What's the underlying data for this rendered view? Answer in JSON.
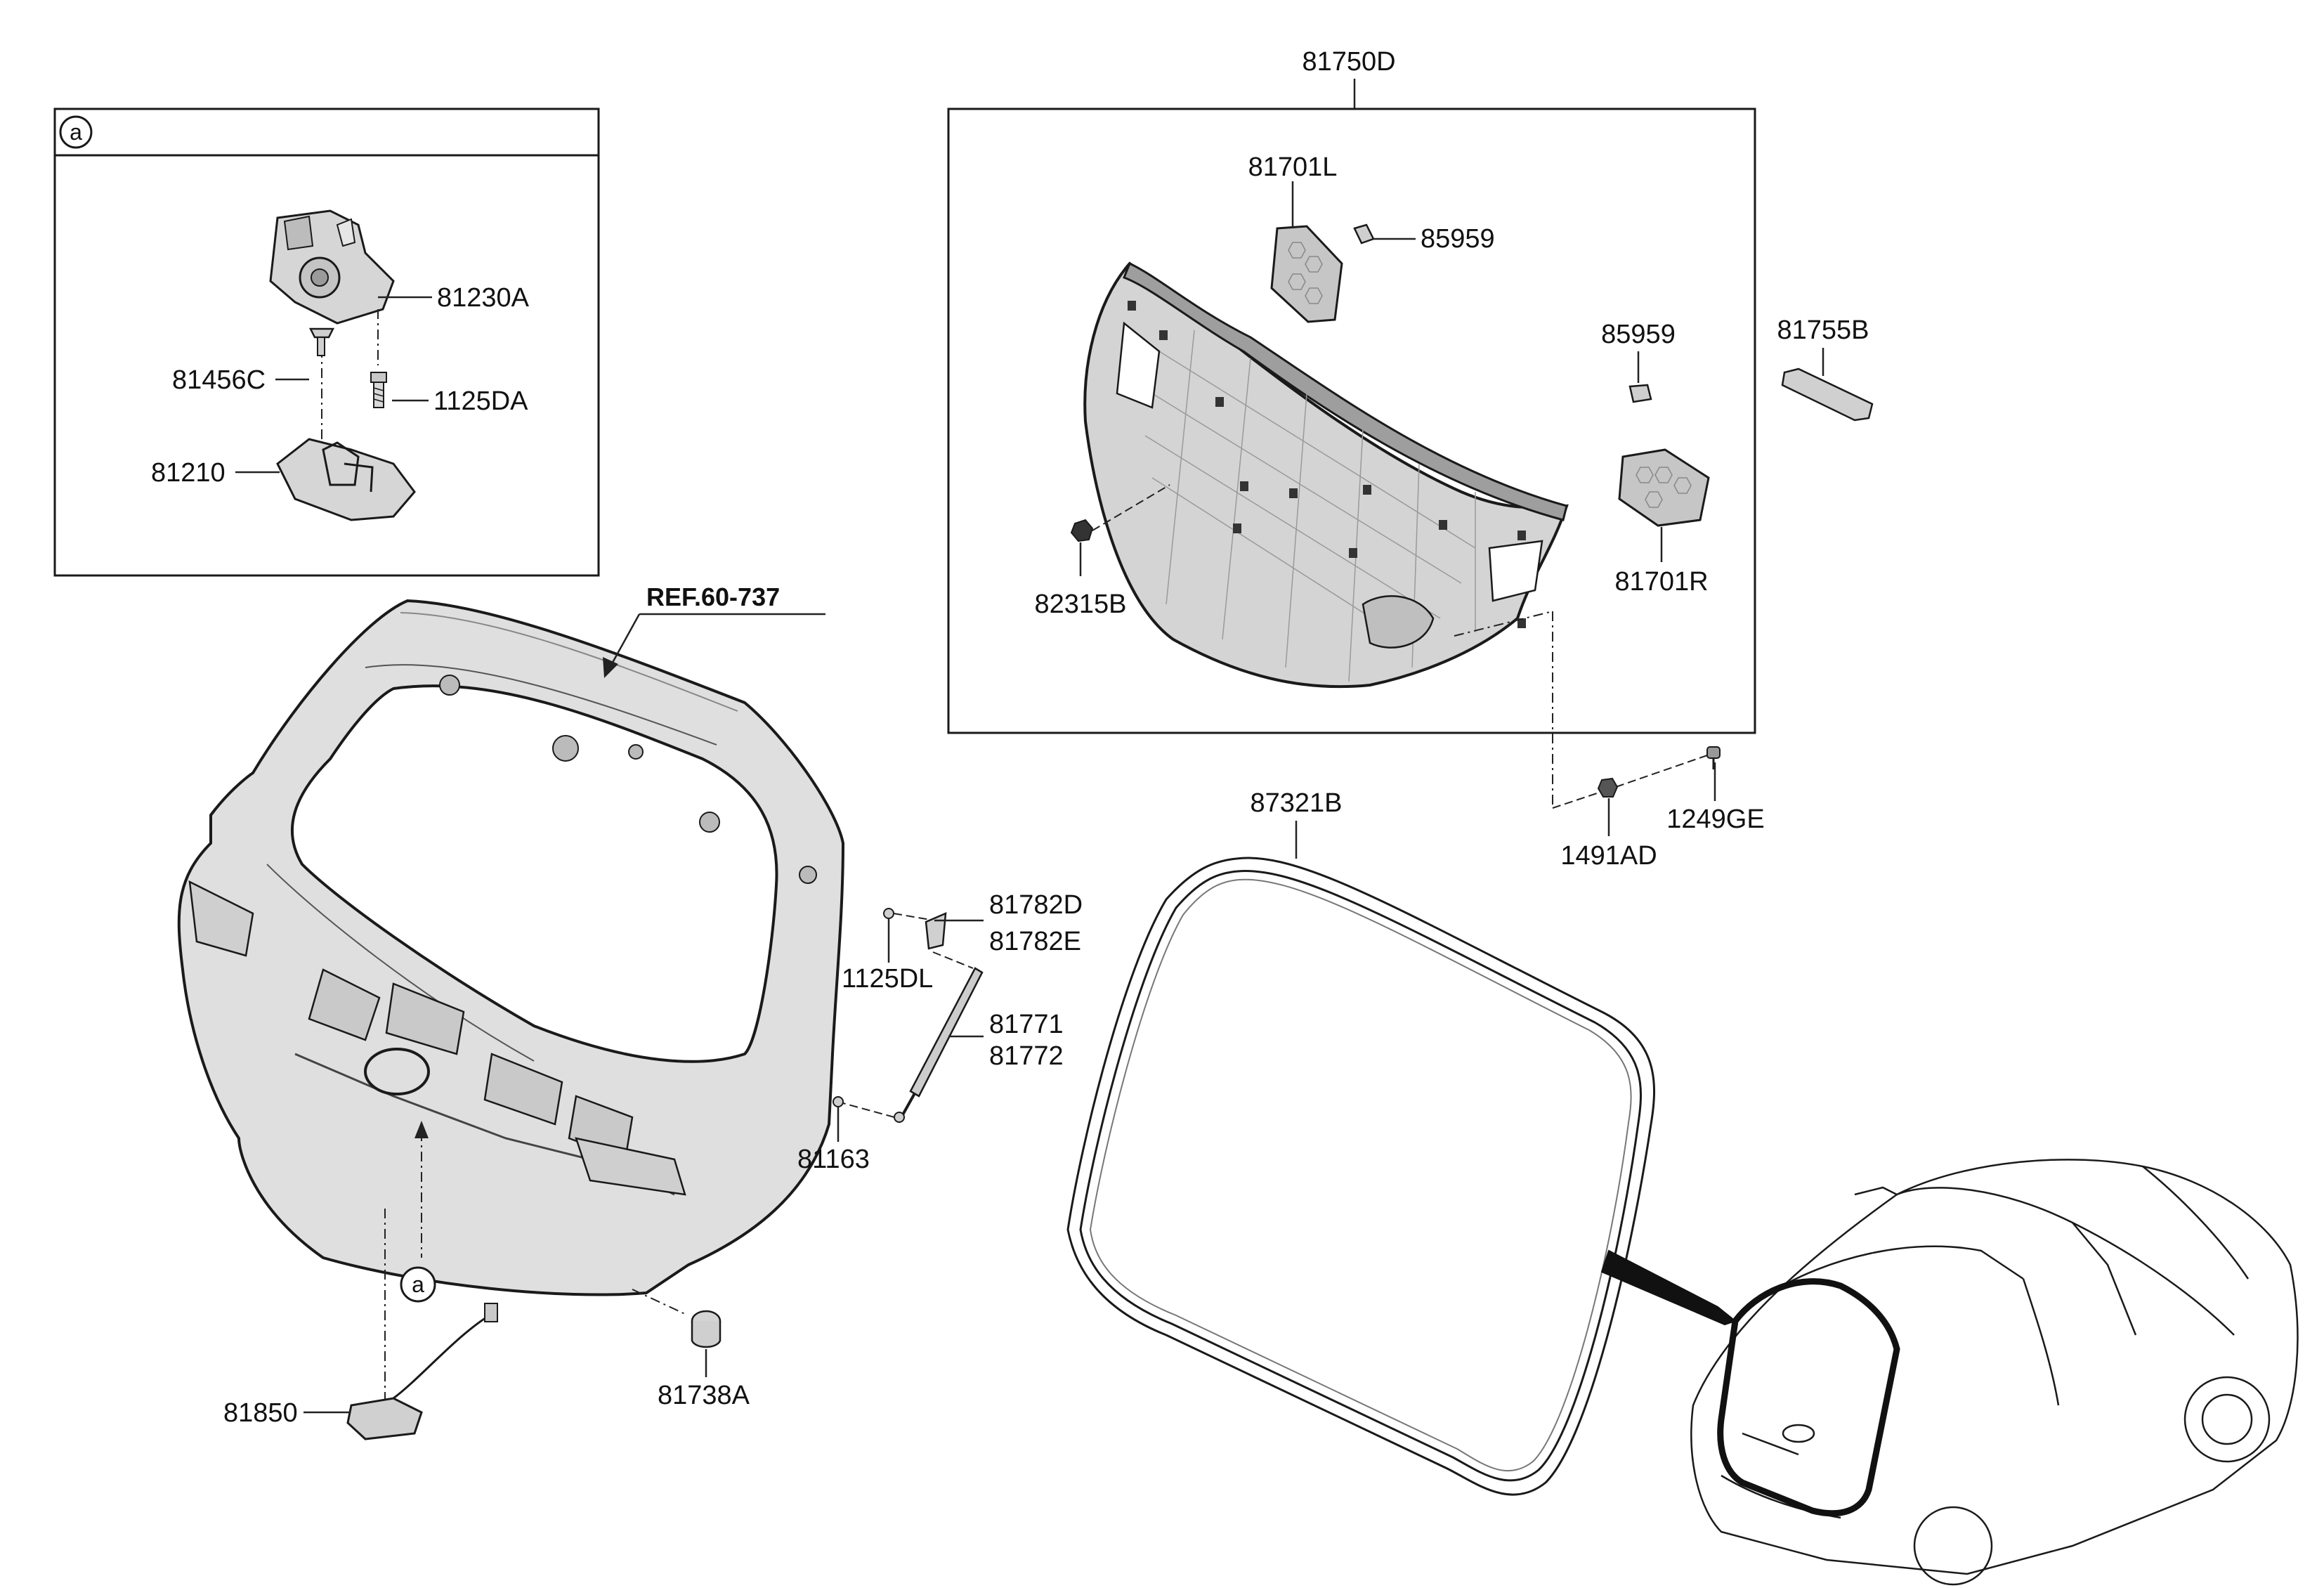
{
  "inset_a": {
    "badge": "a",
    "parts": [
      "81230A",
      "81456C",
      "1125DA",
      "81210"
    ]
  },
  "panel_assembly": {
    "title": "81750D",
    "parts": [
      "81701L",
      "85959",
      "85959",
      "81701R",
      "82315B"
    ]
  },
  "tailgate": {
    "reference": "REF.60-737",
    "detail_badge": "a"
  },
  "labels": {
    "p81230A": "81230A",
    "p81456C": "81456C",
    "p1125DA": "1125DA",
    "p81210": "81210",
    "p81750D": "81750D",
    "p81701L": "81701L",
    "p85959_top": "85959",
    "p85959_mid": "85959",
    "p81701R": "81701R",
    "p82315B": "82315B",
    "p81755B": "81755B",
    "p1491AD": "1491AD",
    "p1249GE": "1249GE",
    "p87321B": "87321B",
    "p81782D": "81782D",
    "p81782E": "81782E",
    "p1125DL": "1125DL",
    "p81771": "81771",
    "p81772": "81772",
    "p81163": "81163",
    "p81850": "81850",
    "p81738A": "81738A"
  },
  "colors": {
    "line": "#1a1a1a",
    "part_fill": "#dcdcdc",
    "part_shade": "#bdbdbd",
    "panel_fill": "#cfcfcf",
    "leader": "#222222"
  }
}
